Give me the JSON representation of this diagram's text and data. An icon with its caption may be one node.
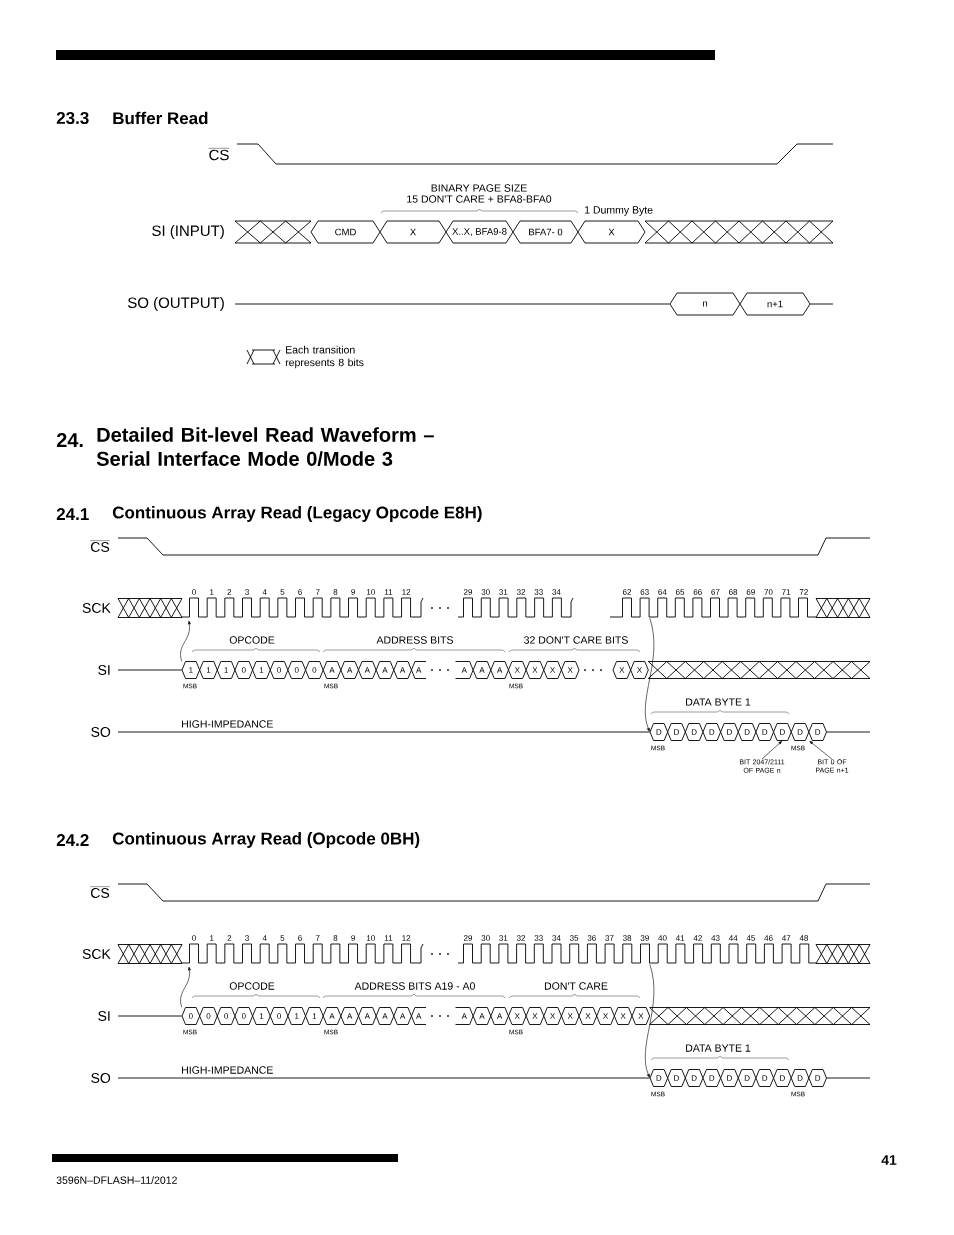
{
  "diagram": {
    "nodes": [
      {
        "text": [
          "CMD"
        ]
      },
      {
        "text": [
          "X"
        ]
      },
      {
        "text": [
          "X..X, BFA9-8"
        ]
      },
      {
        "text": [
          "BFA7- 0"
        ]
      },
      {
        "text": [
          "X"
        ]
      },
      {
        "text": [
          "n"
        ]
      },
      {
        "text": [
          "n+1"
        ]
      },
      {
        "text": [
          "1"
        ]
      },
      {
        "text": [
          "1"
        ]
      },
      {
        "text": [
          "1"
        ]
      },
      {
        "text": [
          "0"
        ]
      },
      {
        "text": [
          "1"
        ]
      },
      {
        "text": [
          "0"
        ]
      },
      {
        "text": [
          "0"
        ]
      },
      {
        "text": [
          "0"
        ]
      },
      {
        "text": [
          "A"
        ]
      },
      {
        "text": [
          "A"
        ]
      },
      {
        "text": [
          "A"
        ]
      },
      {
        "text": [
          "A"
        ]
      },
      {
        "text": [
          "A"
        ]
      },
      {
        "text": [
          "A"
        ]
      },
      {
        "text": [
          "A"
        ]
      },
      {
        "text": [
          "A"
        ]
      },
      {
        "text": [
          "A"
        ]
      },
      {
        "text": [
          "X"
        ]
      },
      {
        "text": [
          "X"
        ]
      },
      {
        "text": [
          "X"
        ]
      },
      {
        "text": [
          "X"
        ]
      },
      {
        "text": [
          "X"
        ]
      },
      {
        "text": [
          "X"
        ]
      },
      {
        "text": [
          "D"
        ]
      },
      {
        "text": [
          "D"
        ]
      },
      {
        "text": [
          "D"
        ]
      },
      {
        "text": [
          "D"
        ]
      },
      {
        "text": [
          "D"
        ]
      },
      {
        "text": [
          "D"
        ]
      },
      {
        "text": [
          "D"
        ]
      },
      {
        "text": [
          "D"
        ]
      },
      {
        "text": [
          "D"
        ]
      },
      {
        "text": [
          "D"
        ]
      },
      {
        "text": [
          "BIT 2047/2111 OF PAGE n"
        ]
      },
      {
        "text": [
          "BIT 0 OF PAGE n+1"
        ]
      },
      {
        "text": [
          "0"
        ]
      },
      {
        "text": [
          "0"
        ]
      },
      {
        "text": [
          "0"
        ]
      },
      {
        "text": [
          "0"
        ]
      },
      {
        "text": [
          "1"
        ]
      },
      {
        "text": [
          "0"
        ]
      },
      {
        "text": [
          "1"
        ]
      },
      {
        "text": [
          "1"
        ]
      },
      {
        "text": [
          "A"
        ]
      },
      {
        "text": [
          "A"
        ]
      },
      {
        "text": [
          "A"
        ]
      },
      {
        "text": [
          "A"
        ]
      },
      {
        "text": [
          "A"
        ]
      },
      {
        "text": [
          "A"
        ]
      },
      {
        "text": [
          "A"
        ]
      },
      {
        "text": [
          "A"
        ]
      },
      {
        "text": [
          "A"
        ]
      },
      {
        "text": [
          "X"
        ]
      },
      {
        "text": [
          "X"
        ]
      },
      {
        "text": [
          "X"
        ]
      },
      {
        "text": [
          "X"
        ]
      },
      {
        "text": [
          "X"
        ]
      },
      {
        "text": [
          "X"
        ]
      },
      {
        "text": [
          "X"
        ]
      },
      {
        "text": [
          "X"
        ]
      },
      {
        "text": [
          "D"
        ]
      },
      {
        "text": [
          "D"
        ]
      },
      {
        "text": [
          "D"
        ]
      },
      {
        "text": [
          "D"
        ]
      },
      {
        "text": [
          "D"
        ]
      },
      {
        "text": [
          "D"
        ]
      },
      {
        "text": [
          "D"
        ]
      },
      {
        "text": [
          "D"
        ]
      },
      {
        "text": [
          "D"
        ]
      },
      {
        "text": [
          "D"
        ]
      },
      {
        "text": [
          "SO (OUTPUT)"
        ]
      },
      {
        "text": [
          "SI"
        ]
      },
      {
        "text": [
          "SO"
        ]
      },
      {
        "text": [
          "SI"
        ]
      },
      {
        "text": [
          "SO"
        ]
      },
      {
        "text": [],
        "shape": "waveform"
      },
      {
        "text": [],
        "shape": "waveform"
      }
    ],
    "edges": [
      {
        "from": 7,
        "to": 82,
        "arrow": "to"
      },
      {
        "from": 82,
        "to": 30,
        "arrow": "to"
      },
      {
        "from": 40,
        "to": 37,
        "arrow": "to"
      },
      {
        "from": 41,
        "to": 38,
        "arrow": "to"
      },
      {
        "from": 42,
        "to": 83,
        "arrow": "to"
      },
      {
        "from": 83,
        "to": 67,
        "arrow": "to"
      },
      {
        "from": 77,
        "to": 5,
        "arrow": "none"
      },
      {
        "from": 78,
        "to": 7,
        "arrow": "none"
      },
      {
        "from": 79,
        "to": 30,
        "arrow": "none"
      },
      {
        "from": 80,
        "to": 42,
        "arrow": "none"
      },
      {
        "from": 81,
        "to": 67,
        "arrow": "none"
      }
    ],
    "labels": [
      "23.3",
      "Buffer Read",
      "CS",
      "BINARY PAGE SIZE",
      "15 DON'T CARE + BFA8-BFA0",
      "1 Dummy Byte",
      "SI (INPUT)",
      "24.",
      "Detailed Bit-level Read Waveform – Serial Interface Mode 0/Mode 3",
      "24.1",
      "Continuous Array Read (Legacy Opcode E8H)",
      "CS",
      "0",
      "1",
      "2",
      "3",
      "4",
      "5",
      "6",
      "7",
      "8",
      "9",
      "10",
      "11",
      "12",
      "29",
      "30",
      "31",
      "32",
      "33",
      "34",
      "62",
      "63",
      "64",
      "65",
      "66",
      "67",
      "68",
      "69",
      "70",
      "71",
      "72",
      "SCK",
      "OPCODE",
      "ADDRESS BITS",
      "32 DON'T CARE BITS",
      "MSB",
      "MSB",
      "MSB",
      "DATA BYTE 1",
      "HIGH-IMPEDANCE",
      "MSB",
      "MSB",
      "24.2",
      "Continuous Array Read (Opcode 0BH)",
      "CS",
      "0",
      "1",
      "2",
      "3",
      "4",
      "5",
      "6",
      "7",
      "8",
      "9",
      "10",
      "11",
      "12",
      "29",
      "30",
      "31",
      "32",
      "33",
      "34",
      "35",
      "36",
      "37",
      "38",
      "39",
      "40",
      "41",
      "42",
      "43",
      "44",
      "45",
      "46",
      "47",
      "48",
      "SCK",
      "OPCODE",
      "ADDRESS BITS A19 - A0",
      "DON'T CARE",
      "MSB",
      "MSB",
      "MSB",
      "DATA BYTE 1",
      "HIGH-IMPEDANCE",
      "MSB",
      "MSB",
      "3596N–DFLASH–11/2012",
      "41"
    ],
    "legend": [
      {
        "text": "Each transition represents 8 bits"
      }
    ]
  }
}
